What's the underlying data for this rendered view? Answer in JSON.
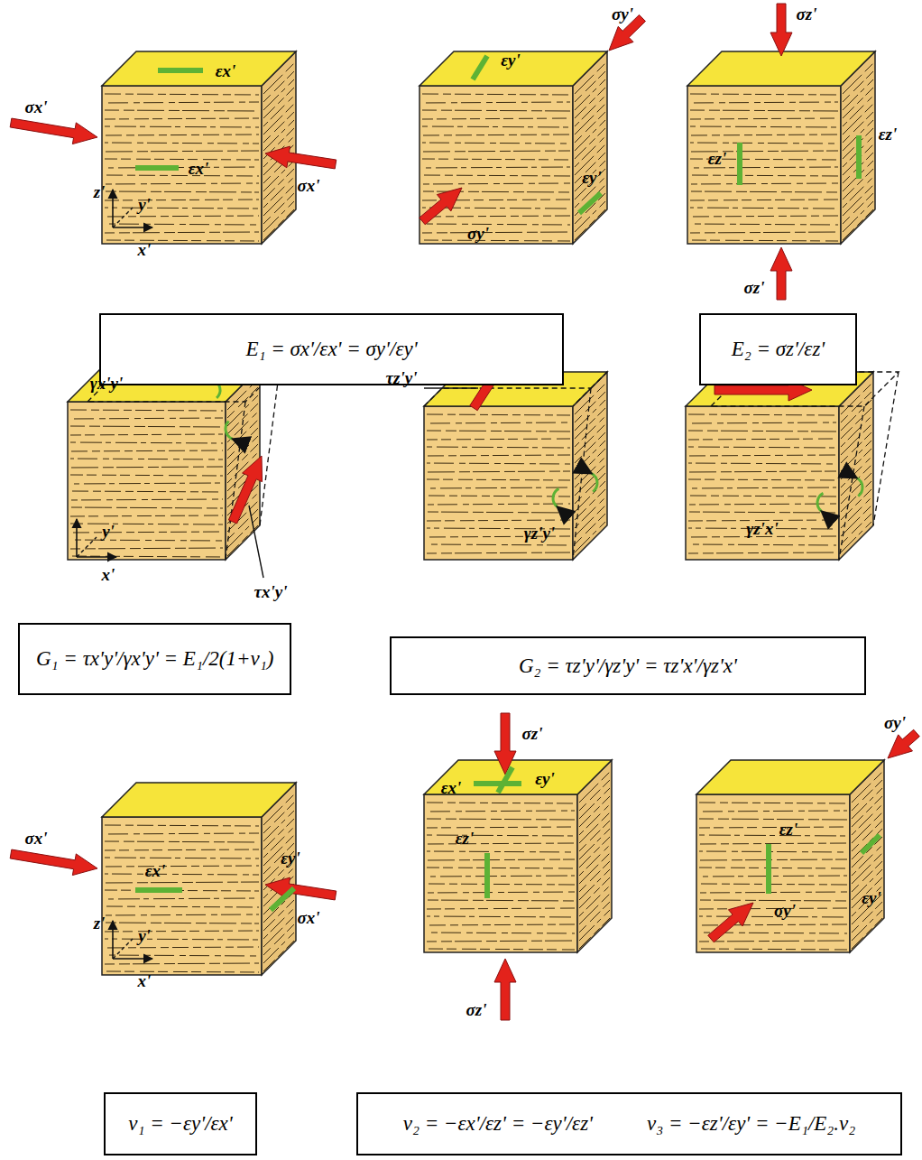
{
  "diagram": {
    "nodes": [
      {
        "text": [
          "E₁ = σx'/εx' = σy'/εy'"
        ]
      },
      {
        "text": [
          "E₂ = σz'/εz'"
        ]
      },
      {
        "text": [
          "G₁ = τx'y'/γx'y' = E₁/2(1+ν₁)"
        ]
      },
      {
        "text": [
          "G₂ = τz'y'/γz'y' = τz'x'/γz'x'"
        ]
      },
      {
        "text": [
          "ν₁ = −εy'/εx'"
        ]
      },
      {
        "text": [
          "ν₂ = −εx'/εz' = −εy'/εz'",
          "ν₃ = −εz'/εy' = −E₁/E₂.ν₂"
        ]
      }
    ],
    "labels": [
      "σx'",
      "εx'",
      "εx'",
      "σx'",
      "z'",
      "y'",
      "x'",
      "σy'",
      "εy'",
      "εy'",
      "σy'",
      "σz'",
      "εz'",
      "εz'",
      "σz'",
      "γx'y'",
      "τx'y'",
      "y'",
      "x'",
      "τz'y'",
      "γz'y'",
      "γz'x'",
      "σx'",
      "εx'",
      "εy'",
      "σx'",
      "z'",
      "y'",
      "x'",
      "σz'",
      "εx'",
      "εy'",
      "εz'",
      "σz'",
      "σy'",
      "εz'",
      "εy'",
      "σy'"
    ]
  }
}
